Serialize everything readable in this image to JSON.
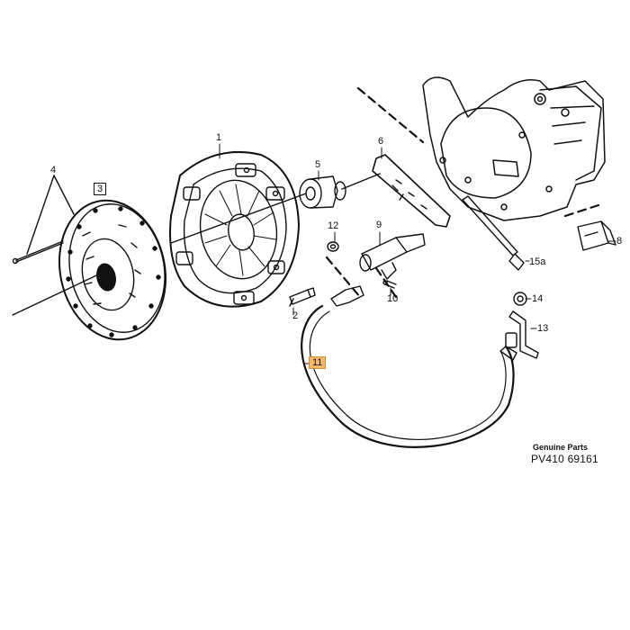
{
  "callouts": {
    "c1": "1",
    "c2": "2",
    "c3": "3",
    "c4": "4",
    "c5": "5",
    "c6": "6",
    "c8": "8",
    "c9": "9",
    "c10": "10",
    "c11": "11",
    "c12": "12",
    "c13": "13",
    "c14": "14",
    "c15a": "15a"
  },
  "footer": {
    "brand": "Genuine Parts",
    "part_number": "PV410 69161"
  },
  "colors": {
    "line": "#111111",
    "highlight": "#f7b96a"
  }
}
